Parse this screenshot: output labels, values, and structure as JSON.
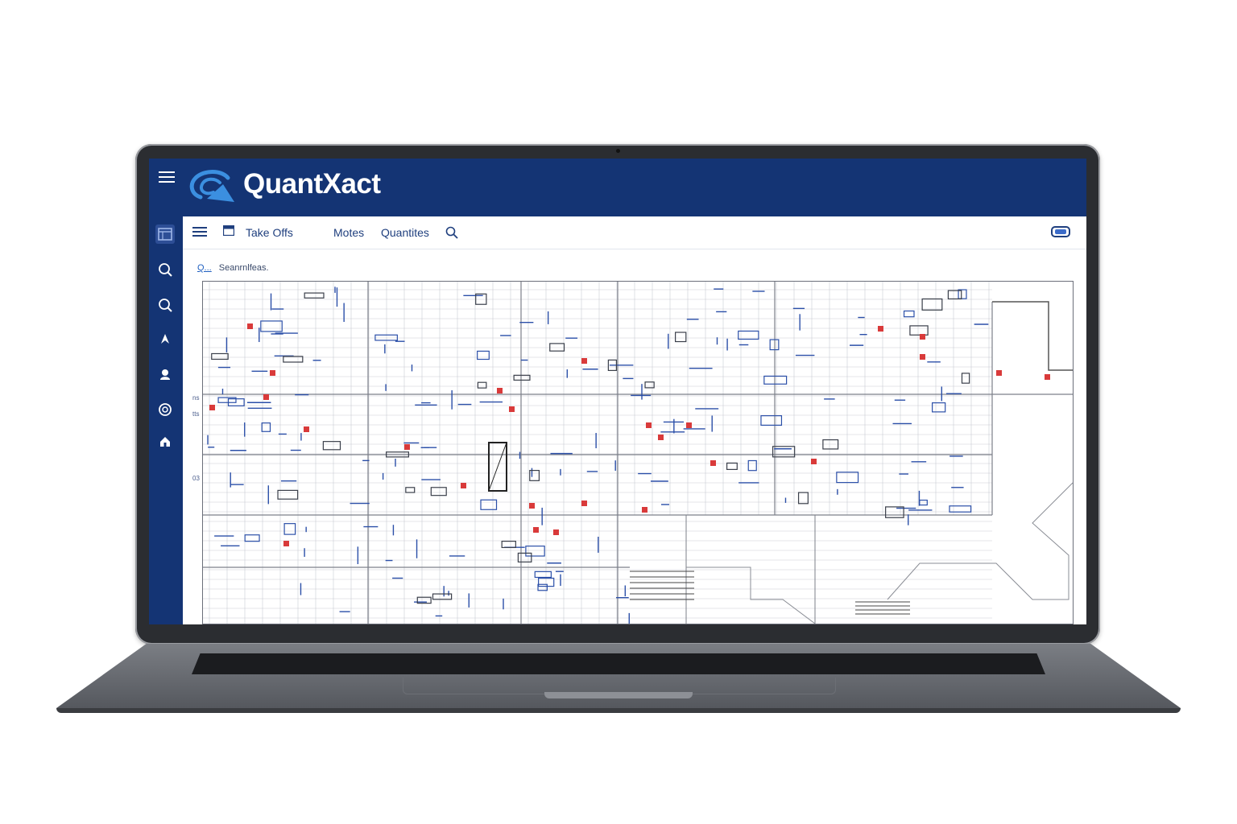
{
  "app": {
    "brand": "QuantXact",
    "brand_color": "#143474",
    "accent_color": "#3b8fe0"
  },
  "sidebar": {
    "items": [
      {
        "icon": "layout-icon",
        "active": true
      },
      {
        "icon": "search-icon",
        "active": false
      },
      {
        "icon": "search-icon",
        "active": false
      },
      {
        "icon": "pin-icon",
        "active": false
      },
      {
        "icon": "user-icon",
        "active": false
      },
      {
        "icon": "zoom-icon",
        "active": false
      },
      {
        "icon": "home-icon",
        "active": false
      }
    ]
  },
  "toolbar": {
    "take_offs_label": "Take Offs",
    "notes_label": "Motes",
    "quantities_label": "Quantites"
  },
  "breadcrumb": {
    "current": "Q...",
    "label": "Seanrnlfeas."
  },
  "edge_marks": [
    "ns",
    "tts",
    "03"
  ],
  "drawing": {
    "markup_color": "#d93a3a",
    "line_color": "#2b4fa8"
  }
}
